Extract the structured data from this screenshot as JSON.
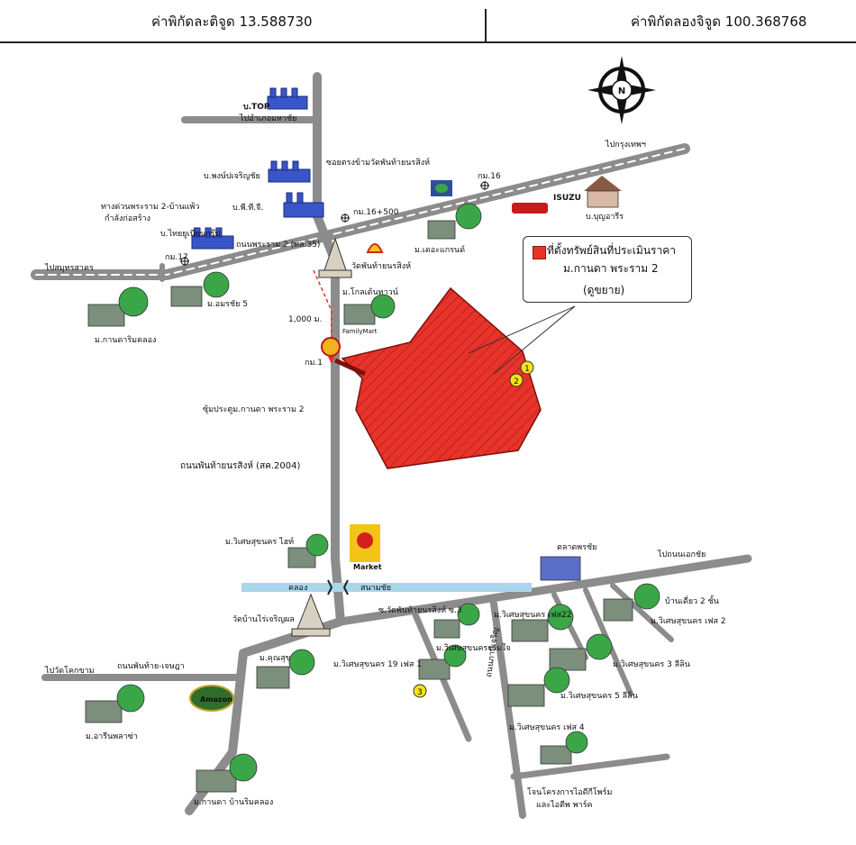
{
  "header": {
    "latitude": "ค่าพิกัดละติจูด 13.588730",
    "longitude": "ค่าพิกัดลองจิจูด 100.368768"
  },
  "compass": {
    "letter": "N"
  },
  "legend": {
    "title": "ที่ตั้งทรัพย์สินที่ประเมินราคา",
    "subtitle": "ม.กานดา พระราม 2",
    "note": "(ดูขยาย)",
    "colors": {
      "site": "#e8332a",
      "road": "#8a8a8a",
      "canal": "#a9d6ea"
    }
  },
  "markers": [
    "1",
    "2",
    "3"
  ],
  "labels": {
    "top": "บ.TOP",
    "top2": "ไปอำเภอมหาชัย",
    "soi_wat": "ซอยตรงข้ามวัดพันท้ายนรสิงห์",
    "to_bangkok": "ไปกรุงเทพฯ",
    "km16": "กม.16",
    "isuzu": "ISUZU",
    "bunjaree": "บ.บุญอารีร",
    "porn_charoen": "บ.พงษ์ปเจริญชัย",
    "pt": "บ.พี.ที.จี.",
    "km16_500": "กม.16+500",
    "expressway": "ทางด่วนพระราม 2-บ้านแพ้ว",
    "construct": "กำลังก่อสร้าง",
    "thai_union": "บ.ไทยยูเนี่ยนกรุ๊ป",
    "rama2": "ถนนพระราม 2 (ทล.35)",
    "the_grand": "ม.เดอะแกรนด์",
    "km17": "กม.17",
    "to_samut": "ไปสมุทรสาคร",
    "wat_phantai": "วัดพันท้ายนรสิงห์",
    "golden_town": "ม.โกลเด้นทาวน์",
    "amornchai": "ม.อมรชัย 5",
    "distance": "1,000 ม.",
    "familymart": "FamilyMart",
    "kanda_khlong": "ม.กานดาริมคลอง",
    "km1": "กม.1",
    "entrance": "ซุ้มประตูม.กานดา พระราม 2",
    "phantai_road": "ถนนพันท้ายนรสิงห์ (สค.2004)",
    "wisetsuk_height": "ม.วิเศษสุขนคร ไฮท์",
    "market_c": "Market",
    "talat_porachai": "ตลาดพรชัย",
    "to_kok_kham": "ไปถนนเอกชัย",
    "khlong": "คลอง",
    "sanam_chai": "สนามชัย",
    "wat_ban_rai": "วัดบ้านไร่เจริญผล",
    "soi_phantai3": "ซ.วัดพันท้ายนรสิงห์ ซ.3",
    "wisetsuk22": "ม.วิเศษสุขนคร เฟส22",
    "ban_single": "บ้านเดี่ยว 2 ชั้น",
    "wisetsuk_phase2": "ม.วิเศษสุขนคร เฟส 2",
    "to_khlong_kham": "ไปวัดโคกขาม",
    "ekachai_road": "ถนนพันท้าย-เจษฎา",
    "amazon": "Amazon",
    "kukan": "ม.คุณสุข",
    "wisetsuk_ruam": "ม.วิเศษสุขนครรวมใจ",
    "wisetsuk19": "ม.วิเศษสุขนคร 19 เฟส 1",
    "kanda_road": "ถนนภาษีเจริญ",
    "wisetsuk3": "ม.วิเศษสุขนคร 3 ลีลิน",
    "wisetsuk5": "ม.วิเศษสุขนคร 5 ลีลิน",
    "arin": "ม.อารีนพลาซ่า",
    "wisetsuk4": "ม.วิเศษสุขนคร เฟส 4",
    "ideo": "โจนโครงการไอดีกีโพร์ม",
    "ideo2": "และไอดีพ พาร์ค",
    "kanda_ban": "ม.กานดา บ้านริมคลอง"
  }
}
